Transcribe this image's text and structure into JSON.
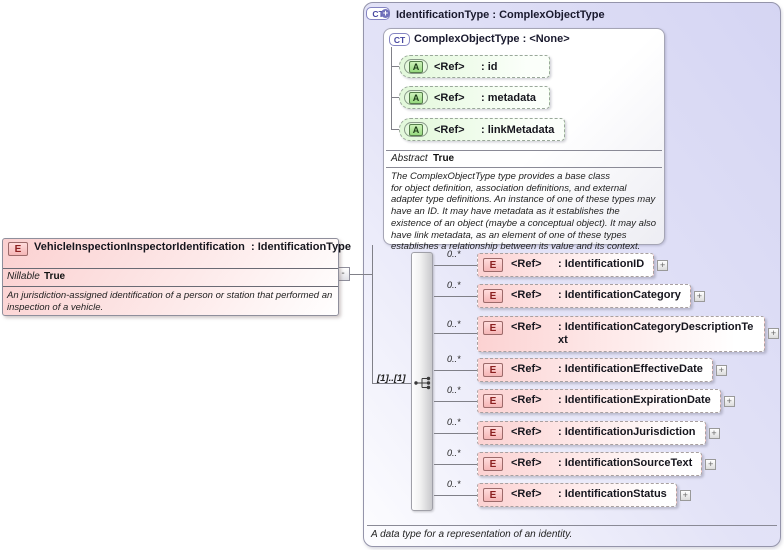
{
  "icons": {
    "complex_type": "CT",
    "plus_badge": "+",
    "attribute": "A",
    "element": "E",
    "expand": "+",
    "collapse": "-"
  },
  "colors": {
    "container_fill": "#d5d5f3",
    "element_fill": "#fcd2d2",
    "attribute_fill": "#e2f8da",
    "border_gray": "#9494aa",
    "element_chip_red": "#8b1f1f",
    "attribute_chip_green": "#96d97e"
  },
  "main": {
    "title": "IdentificationType : ComplexObjectType",
    "base": {
      "title": "ComplexObjectType : <None>",
      "attributes": [
        {
          "ref": "<Ref>",
          "name": ": id"
        },
        {
          "ref": "<Ref>",
          "name": ": metadata"
        },
        {
          "ref": "<Ref>",
          "name": ": linkMetadata"
        }
      ],
      "facet_label": "Abstract",
      "facet_value": "True",
      "annotation": "The ComplexObjectType type provides a base class\nfor object definition, association definitions, and external adapter type definitions. An instance of one of these types may have an ID. It may have metadata as it establishes the existence of an object (maybe a conceptual object). It may also have link metadata, as an element of one of these types establishes a relationship between its value and its context."
    },
    "sequence_occurrence": "[1]..[1]",
    "children": [
      {
        "occurrence": "0..*",
        "ref": "<Ref>",
        "name": ": IdentificationID"
      },
      {
        "occurrence": "0..*",
        "ref": "<Ref>",
        "name": ": IdentificationCategory"
      },
      {
        "occurrence": "0..*",
        "ref": "<Ref>",
        "name": ": IdentificationCategoryDescriptionText"
      },
      {
        "occurrence": "0..*",
        "ref": "<Ref>",
        "name": ": IdentificationEffectiveDate"
      },
      {
        "occurrence": "0..*",
        "ref": "<Ref>",
        "name": ": IdentificationExpirationDate"
      },
      {
        "occurrence": "0..*",
        "ref": "<Ref>",
        "name": ": IdentificationJurisdiction"
      },
      {
        "occurrence": "0..*",
        "ref": "<Ref>",
        "name": ": IdentificationSourceText"
      },
      {
        "occurrence": "0..*",
        "ref": "<Ref>",
        "name": ": IdentificationStatus"
      }
    ],
    "annotation": "A data type for a representation of an identity."
  },
  "element": {
    "name": "VehicleInspectionInspectorIdentification",
    "type": ": IdentificationType",
    "facet_label": "Nillable",
    "facet_value": "True",
    "annotation": "An jurisdiction-assigned identification of a person or station that performed an inspection of a vehicle."
  }
}
